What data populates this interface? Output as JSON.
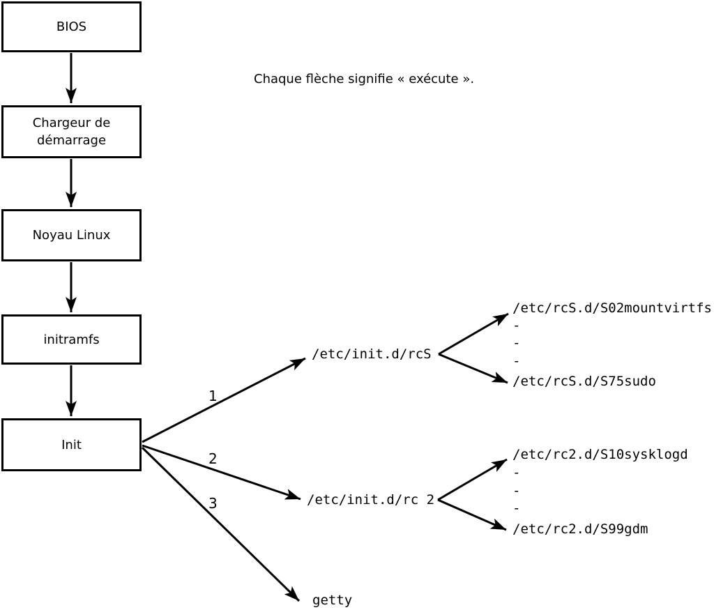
{
  "diagram": {
    "caption": "Chaque flèche signifie « exécute ».",
    "boot_chain": [
      {
        "label": "BIOS"
      },
      {
        "label": "Chargeur de démarrage"
      },
      {
        "label": "Noyau Linux"
      },
      {
        "label": "initramfs"
      },
      {
        "label": "Init"
      }
    ],
    "init_branches": [
      {
        "number": "1",
        "target": "/etc/init.d/rcS"
      },
      {
        "number": "2",
        "target": "/etc/init.d/rc 2"
      },
      {
        "number": "3",
        "target": "getty"
      }
    ],
    "rcS_scripts": {
      "first": "/etc/rcS.d/S02mountvirtfs",
      "dots": [
        "-",
        "-",
        "-"
      ],
      "last": "/etc/rcS.d/S75sudo"
    },
    "rc2_scripts": {
      "first": "/etc/rc2.d/S10sysklogd",
      "dots": [
        "-",
        "-",
        "-"
      ],
      "last": "/etc/rc2.d/S99gdm"
    }
  },
  "colors": {
    "ink": "#000000",
    "background": "#ffffff"
  }
}
